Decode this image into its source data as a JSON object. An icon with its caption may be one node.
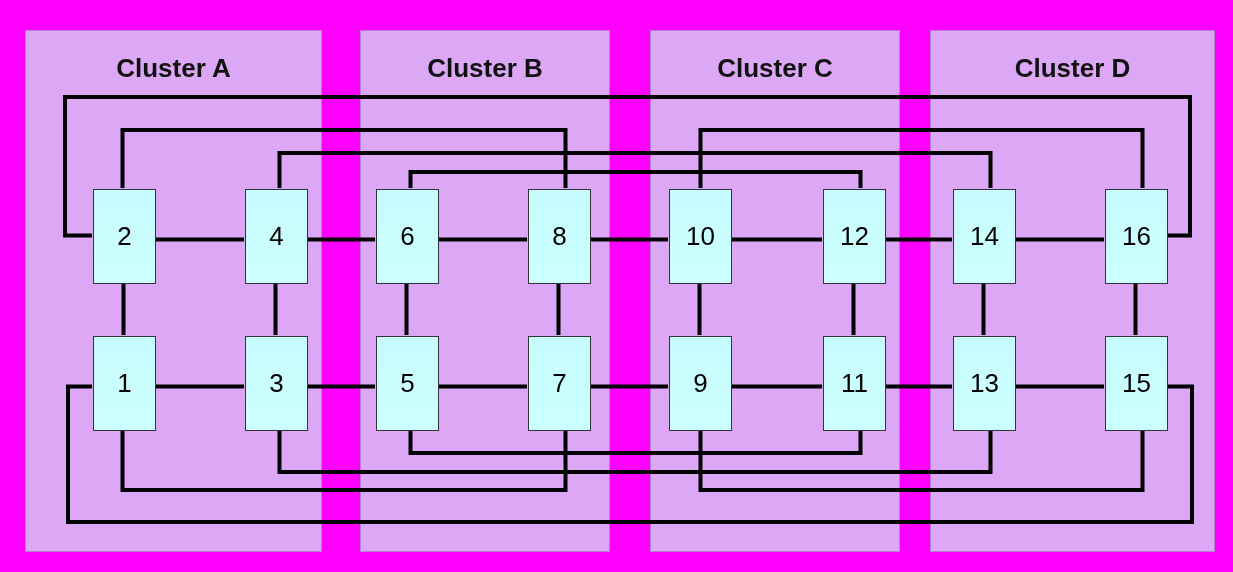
{
  "diagram": {
    "nodes": [
      {
        "text": [
          "Cluster A"
        ]
      },
      {
        "text": [
          "2"
        ],
        "in": 0
      },
      {
        "text": [
          "4"
        ],
        "in": 0
      },
      {
        "text": [
          "1"
        ],
        "in": 0
      },
      {
        "text": [
          "3"
        ],
        "in": 0
      },
      {
        "text": [
          "Cluster B"
        ]
      },
      {
        "text": [
          "6"
        ],
        "in": 5
      },
      {
        "text": [
          "8"
        ],
        "in": 5
      },
      {
        "text": [
          "5"
        ],
        "in": 5
      },
      {
        "text": [
          "7"
        ],
        "in": 5
      },
      {
        "text": [
          "Cluster C"
        ]
      },
      {
        "text": [
          "10"
        ],
        "in": 10
      },
      {
        "text": [
          "12"
        ],
        "in": 10
      },
      {
        "text": [
          "9"
        ],
        "in": 10
      },
      {
        "text": [
          "11"
        ],
        "in": 10
      },
      {
        "text": [
          "Cluster D"
        ]
      },
      {
        "text": [
          "14"
        ],
        "in": 15
      },
      {
        "text": [
          "16"
        ],
        "in": 15
      },
      {
        "text": [
          "13"
        ],
        "in": 15
      },
      {
        "text": [
          "15"
        ],
        "in": 15
      }
    ],
    "edges": [
      {
        "from": 1,
        "to": 2,
        "arrow": "none"
      },
      {
        "from": 2,
        "to": 6,
        "arrow": "none"
      },
      {
        "from": 6,
        "to": 7,
        "arrow": "none"
      },
      {
        "from": 7,
        "to": 11,
        "arrow": "none"
      },
      {
        "from": 11,
        "to": 12,
        "arrow": "none"
      },
      {
        "from": 12,
        "to": 16,
        "arrow": "none"
      },
      {
        "from": 16,
        "to": 17,
        "arrow": "none"
      },
      {
        "from": 3,
        "to": 4,
        "arrow": "none"
      },
      {
        "from": 4,
        "to": 8,
        "arrow": "none"
      },
      {
        "from": 8,
        "to": 9,
        "arrow": "none"
      },
      {
        "from": 9,
        "to": 13,
        "arrow": "none"
      },
      {
        "from": 13,
        "to": 14,
        "arrow": "none"
      },
      {
        "from": 14,
        "to": 18,
        "arrow": "none"
      },
      {
        "from": 18,
        "to": 19,
        "arrow": "none"
      },
      {
        "from": 1,
        "to": 3,
        "arrow": "none"
      },
      {
        "from": 2,
        "to": 4,
        "arrow": "none"
      },
      {
        "from": 6,
        "to": 8,
        "arrow": "none"
      },
      {
        "from": 7,
        "to": 9,
        "arrow": "none"
      },
      {
        "from": 11,
        "to": 13,
        "arrow": "none"
      },
      {
        "from": 12,
        "to": 14,
        "arrow": "none"
      },
      {
        "from": 16,
        "to": 18,
        "arrow": "none"
      },
      {
        "from": 17,
        "to": 19,
        "arrow": "none"
      },
      {
        "from": 1,
        "to": 17,
        "arrow": "none"
      },
      {
        "from": 1,
        "to": 7,
        "arrow": "none"
      },
      {
        "from": 2,
        "to": 16,
        "arrow": "none"
      },
      {
        "from": 6,
        "to": 12,
        "arrow": "none"
      },
      {
        "from": 11,
        "to": 17,
        "arrow": "none"
      },
      {
        "from": 3,
        "to": 19,
        "arrow": "none"
      },
      {
        "from": 3,
        "to": 9,
        "arrow": "none"
      },
      {
        "from": 4,
        "to": 18,
        "arrow": "none"
      },
      {
        "from": 8,
        "to": 14,
        "arrow": "none"
      },
      {
        "from": 13,
        "to": 19,
        "arrow": "none"
      }
    ]
  }
}
